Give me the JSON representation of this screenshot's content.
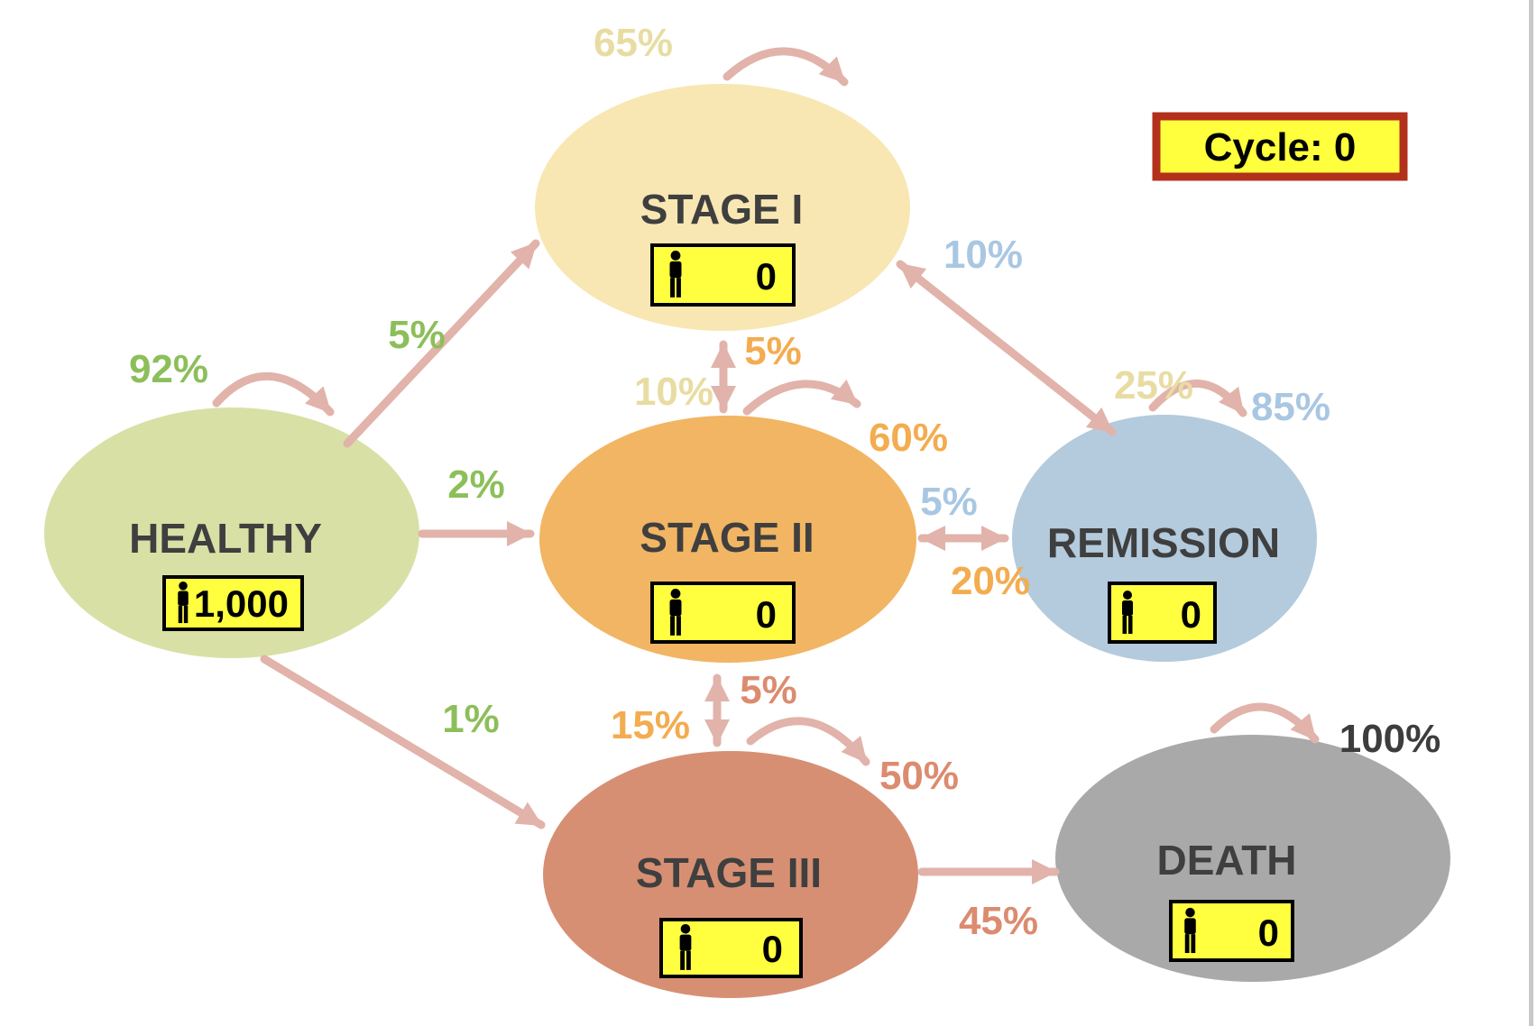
{
  "cycle_box": {
    "label": "Cycle: 0"
  },
  "states": {
    "healthy": {
      "name": "HEALTHY",
      "count": "1,000"
    },
    "stage1": {
      "name": "STAGE I",
      "count": "0"
    },
    "stage2": {
      "name": "STAGE II",
      "count": "0"
    },
    "stage3": {
      "name": "STAGE III",
      "count": "0"
    },
    "remission": {
      "name": "REMISSION",
      "count": "0"
    },
    "death": {
      "name": "DEATH",
      "count": "0"
    }
  },
  "transitions": {
    "healthy_self": {
      "from": "HEALTHY",
      "to": "HEALTHY",
      "label": "92%"
    },
    "healthy_stage1": {
      "from": "HEALTHY",
      "to": "STAGE I",
      "label": "5%"
    },
    "healthy_stage2": {
      "from": "HEALTHY",
      "to": "STAGE II",
      "label": "2%"
    },
    "healthy_stage3": {
      "from": "HEALTHY",
      "to": "STAGE III",
      "label": "1%"
    },
    "stage1_self": {
      "from": "STAGE I",
      "to": "STAGE I",
      "label": "65%"
    },
    "stage1_stage2": {
      "from": "STAGE I",
      "to": "STAGE II",
      "label": "10%"
    },
    "stage1_remission": {
      "from": "STAGE I",
      "to": "REMISSION",
      "label": "25%"
    },
    "stage2_self": {
      "from": "STAGE II",
      "to": "STAGE II",
      "label": "60%"
    },
    "stage2_stage1": {
      "from": "STAGE II",
      "to": "STAGE I",
      "label": "5%"
    },
    "stage2_stage3": {
      "from": "STAGE II",
      "to": "STAGE III",
      "label": "15%"
    },
    "stage2_remission": {
      "from": "STAGE II",
      "to": "REMISSION",
      "label": "20%"
    },
    "stage3_self": {
      "from": "STAGE III",
      "to": "STAGE III",
      "label": "50%"
    },
    "stage3_stage2": {
      "from": "STAGE III",
      "to": "STAGE II",
      "label": "5%"
    },
    "stage3_death": {
      "from": "STAGE III",
      "to": "DEATH",
      "label": "45%"
    },
    "remission_self": {
      "from": "REMISSION",
      "to": "REMISSION",
      "label": "85%"
    },
    "remission_stage1": {
      "from": "REMISSION",
      "to": "STAGE I",
      "label": "10%"
    },
    "remission_stage2": {
      "from": "REMISSION",
      "to": "STAGE II",
      "label": "5%"
    },
    "death_self": {
      "from": "DEATH",
      "to": "DEATH",
      "label": "100%"
    }
  },
  "colors": {
    "arrow": "#E1B3AA",
    "label_from_healthy": "#8CBF5A",
    "label_from_stage1": "#E8DCA2",
    "label_from_stage2": "#F3AC4F",
    "label_from_stage3": "#DC8B6F",
    "label_from_remission": "#A9C7E2",
    "label_from_death": "#3D3D3D",
    "healthy_fill": "#D9E0A6",
    "stage1_fill": "#F8E7B3",
    "stage2_fill": "#F2B563",
    "stage3_fill": "#D78F73",
    "remission_fill": "#B4CADD",
    "death_fill": "#A9A9A9",
    "counter_fill": "#FFFF40",
    "cycle_fill": "#FFFF3D",
    "cycle_border": "#B3301C",
    "state_text": "#3F3F3F",
    "window_edge": "#C9C9C9"
  }
}
